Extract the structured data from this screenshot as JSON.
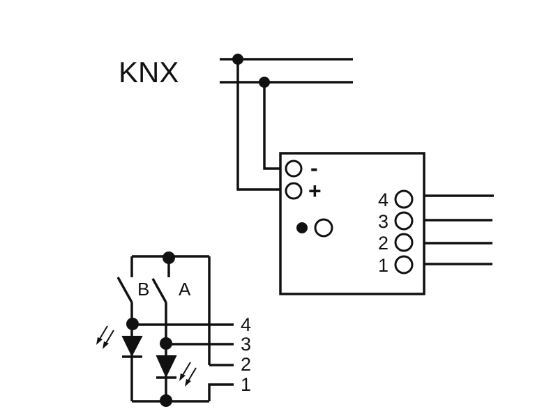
{
  "bus_label": "KNX",
  "bus_terminals": {
    "minus": "-",
    "plus": "+"
  },
  "channel_terminals": [
    "4",
    "3",
    "2",
    "1"
  ],
  "switch_labels": {
    "left": "B",
    "right": "A"
  },
  "detail_outputs": [
    "4",
    "3",
    "2",
    "1"
  ]
}
